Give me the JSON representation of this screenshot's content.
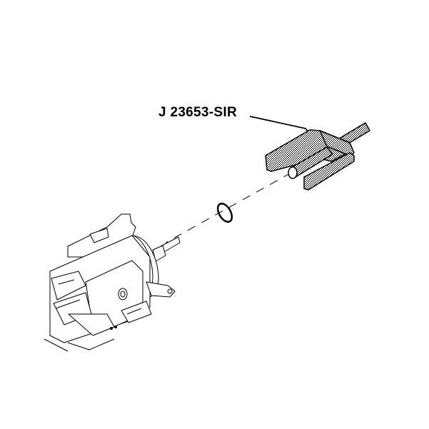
{
  "diagram": {
    "callouts": [
      {
        "id": "tool",
        "label": "J 23653-SIR"
      }
    ],
    "parts": [
      {
        "name": "steering-column-housing"
      },
      {
        "name": "shaft-seal-ring"
      },
      {
        "name": "puller-tool-j23653-sir"
      }
    ],
    "colors": {
      "line": "#000000",
      "background": "#ffffff",
      "hatch": "#888888"
    }
  }
}
